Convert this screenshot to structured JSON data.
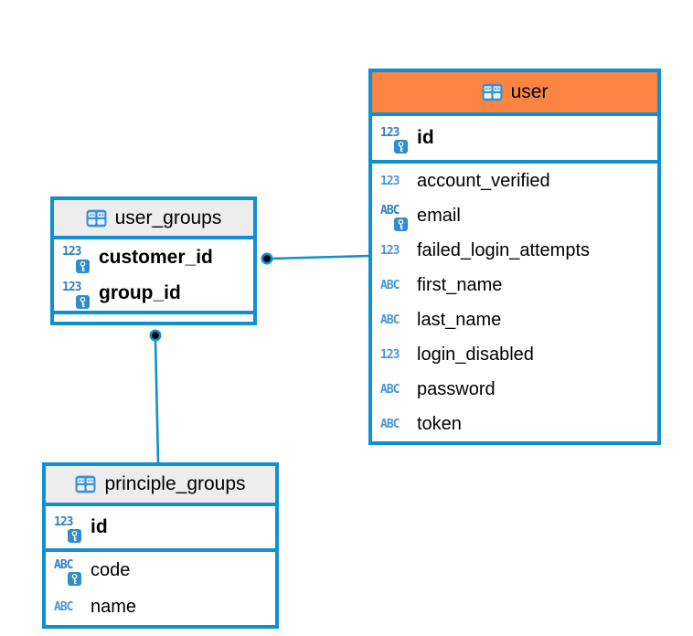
{
  "icons": {
    "numeric_label": "123",
    "text_label": "ABC"
  },
  "colors": {
    "line_blue": "#1090d0",
    "user_header_orange": "#fb8442",
    "header_gray": "#ededed",
    "icon_blue": "#3a90d5",
    "background": "#ffffff"
  },
  "tables": [
    {
      "name": "user",
      "header_style": "orange",
      "primary_key_columns": [
        {
          "name": "id",
          "type": "numeric",
          "is_key": true
        }
      ],
      "columns": [
        {
          "name": "account_verified",
          "type": "numeric",
          "is_key": false
        },
        {
          "name": "email",
          "type": "text",
          "is_key": true
        },
        {
          "name": "failed_login_attempts",
          "type": "numeric",
          "is_key": false
        },
        {
          "name": "first_name",
          "type": "text",
          "is_key": false
        },
        {
          "name": "last_name",
          "type": "text",
          "is_key": false
        },
        {
          "name": "login_disabled",
          "type": "numeric",
          "is_key": false
        },
        {
          "name": "password",
          "type": "text",
          "is_key": false
        },
        {
          "name": "token",
          "type": "text",
          "is_key": false
        }
      ]
    },
    {
      "name": "user_groups",
      "header_style": "gray",
      "primary_key_columns": [
        {
          "name": "customer_id",
          "type": "numeric",
          "is_key": true
        },
        {
          "name": "group_id",
          "type": "numeric",
          "is_key": true
        }
      ],
      "columns": []
    },
    {
      "name": "principle_groups",
      "header_style": "gray",
      "primary_key_columns": [
        {
          "name": "id",
          "type": "numeric",
          "is_key": true
        }
      ],
      "columns": [
        {
          "name": "code",
          "type": "text",
          "is_key": true
        },
        {
          "name": "name",
          "type": "text",
          "is_key": false
        }
      ]
    }
  ],
  "connections": [
    {
      "from": "user_groups",
      "from_column": "customer_id",
      "to": "user"
    },
    {
      "from": "user_groups",
      "to": "principle_groups"
    }
  ]
}
